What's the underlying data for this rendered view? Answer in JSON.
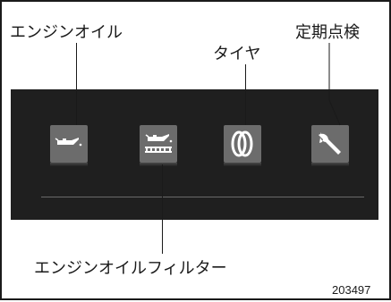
{
  "labels": {
    "engine_oil": "エンジンオイル",
    "tire": "タイヤ",
    "periodic_inspection": "定期点検",
    "oil_filter": "エンジンオイルフィルター"
  },
  "figure_code": "203497",
  "icons": [
    {
      "name": "engine-oil-icon"
    },
    {
      "name": "oil-filter-icon"
    },
    {
      "name": "tire-icon"
    },
    {
      "name": "wrench-icon"
    }
  ],
  "colors": {
    "panel": "#1f1f1f",
    "icon_tile": "#6c6c6c",
    "icon_glyph": "#ffffff",
    "line": "#1a1a1a"
  }
}
